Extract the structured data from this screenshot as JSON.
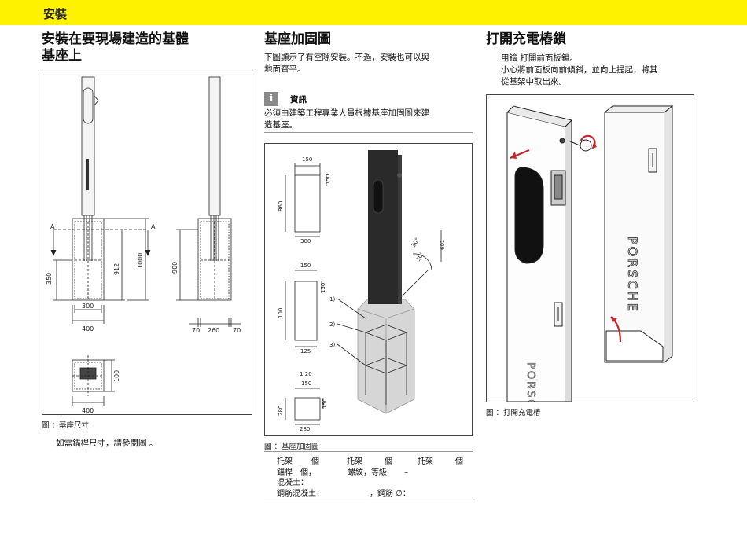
{
  "header": {
    "section": "安裝"
  },
  "col1": {
    "title_line1": "安裝在要現場建造的基體",
    "title_line2": "基座上",
    "figure_caption": "圖  ：基座尺寸",
    "note": "如需錨桿尺寸，請參閱圖    。",
    "dims": {
      "section_a": "A",
      "d350": "350",
      "d912": "912",
      "d1000": "1000",
      "d900": "900",
      "d300": "300",
      "d400": "400",
      "d70a": "70",
      "d260": "260",
      "d70b": "70",
      "d100": "100",
      "d400b": "400"
    }
  },
  "col2": {
    "title": "基座加固圖",
    "intro_line1": "下圖顯示了有空隙安裝。不過，安裝也可以與",
    "intro_line2": "地面齊平。",
    "info_label": "資訊",
    "info_line1": "必須由建築工程專業人員根據基座加固圖來建",
    "info_line2": "造基座。",
    "figure_caption": "圖  ：基座加固圖",
    "legend": {
      "r1a": "托架",
      "r1b": "個",
      "r1c": "托架",
      "r1d": "個",
      "r1e": "托架",
      "r1f": "個",
      "r2a": "錨桿",
      "r2b": "個，",
      "r2c": "螺紋，等級",
      "r2d": "–",
      "r3a": "混凝土：",
      "r4a": "鋼筋混凝土：",
      "r4b": "，鋼筋 ∅："
    },
    "dims": {
      "d150a": "150",
      "d150b": "150",
      "d860": "860",
      "d300": "300",
      "d150c": "150",
      "d150d": "150",
      "d100": "100",
      "d125": "125",
      "d1_20": "1:20",
      "d150e": "150",
      "d150f": "150",
      "d280a": "280",
      "d280b": "280",
      "d601": "601",
      "a30a": "30°",
      "a30b": "30°",
      "c1": "1)",
      "c2": "2)",
      "c3": "3)"
    }
  },
  "col3": {
    "title": "打開充電樁鎖",
    "line1": "用鑰    打開前面板鎖。",
    "line2": "小心將前面板向前傾斜，並向上提起，將其",
    "line3": "從基架中取出來。",
    "figure_caption": "圖  ：打開充電樁",
    "brand": "PORSCHE"
  }
}
